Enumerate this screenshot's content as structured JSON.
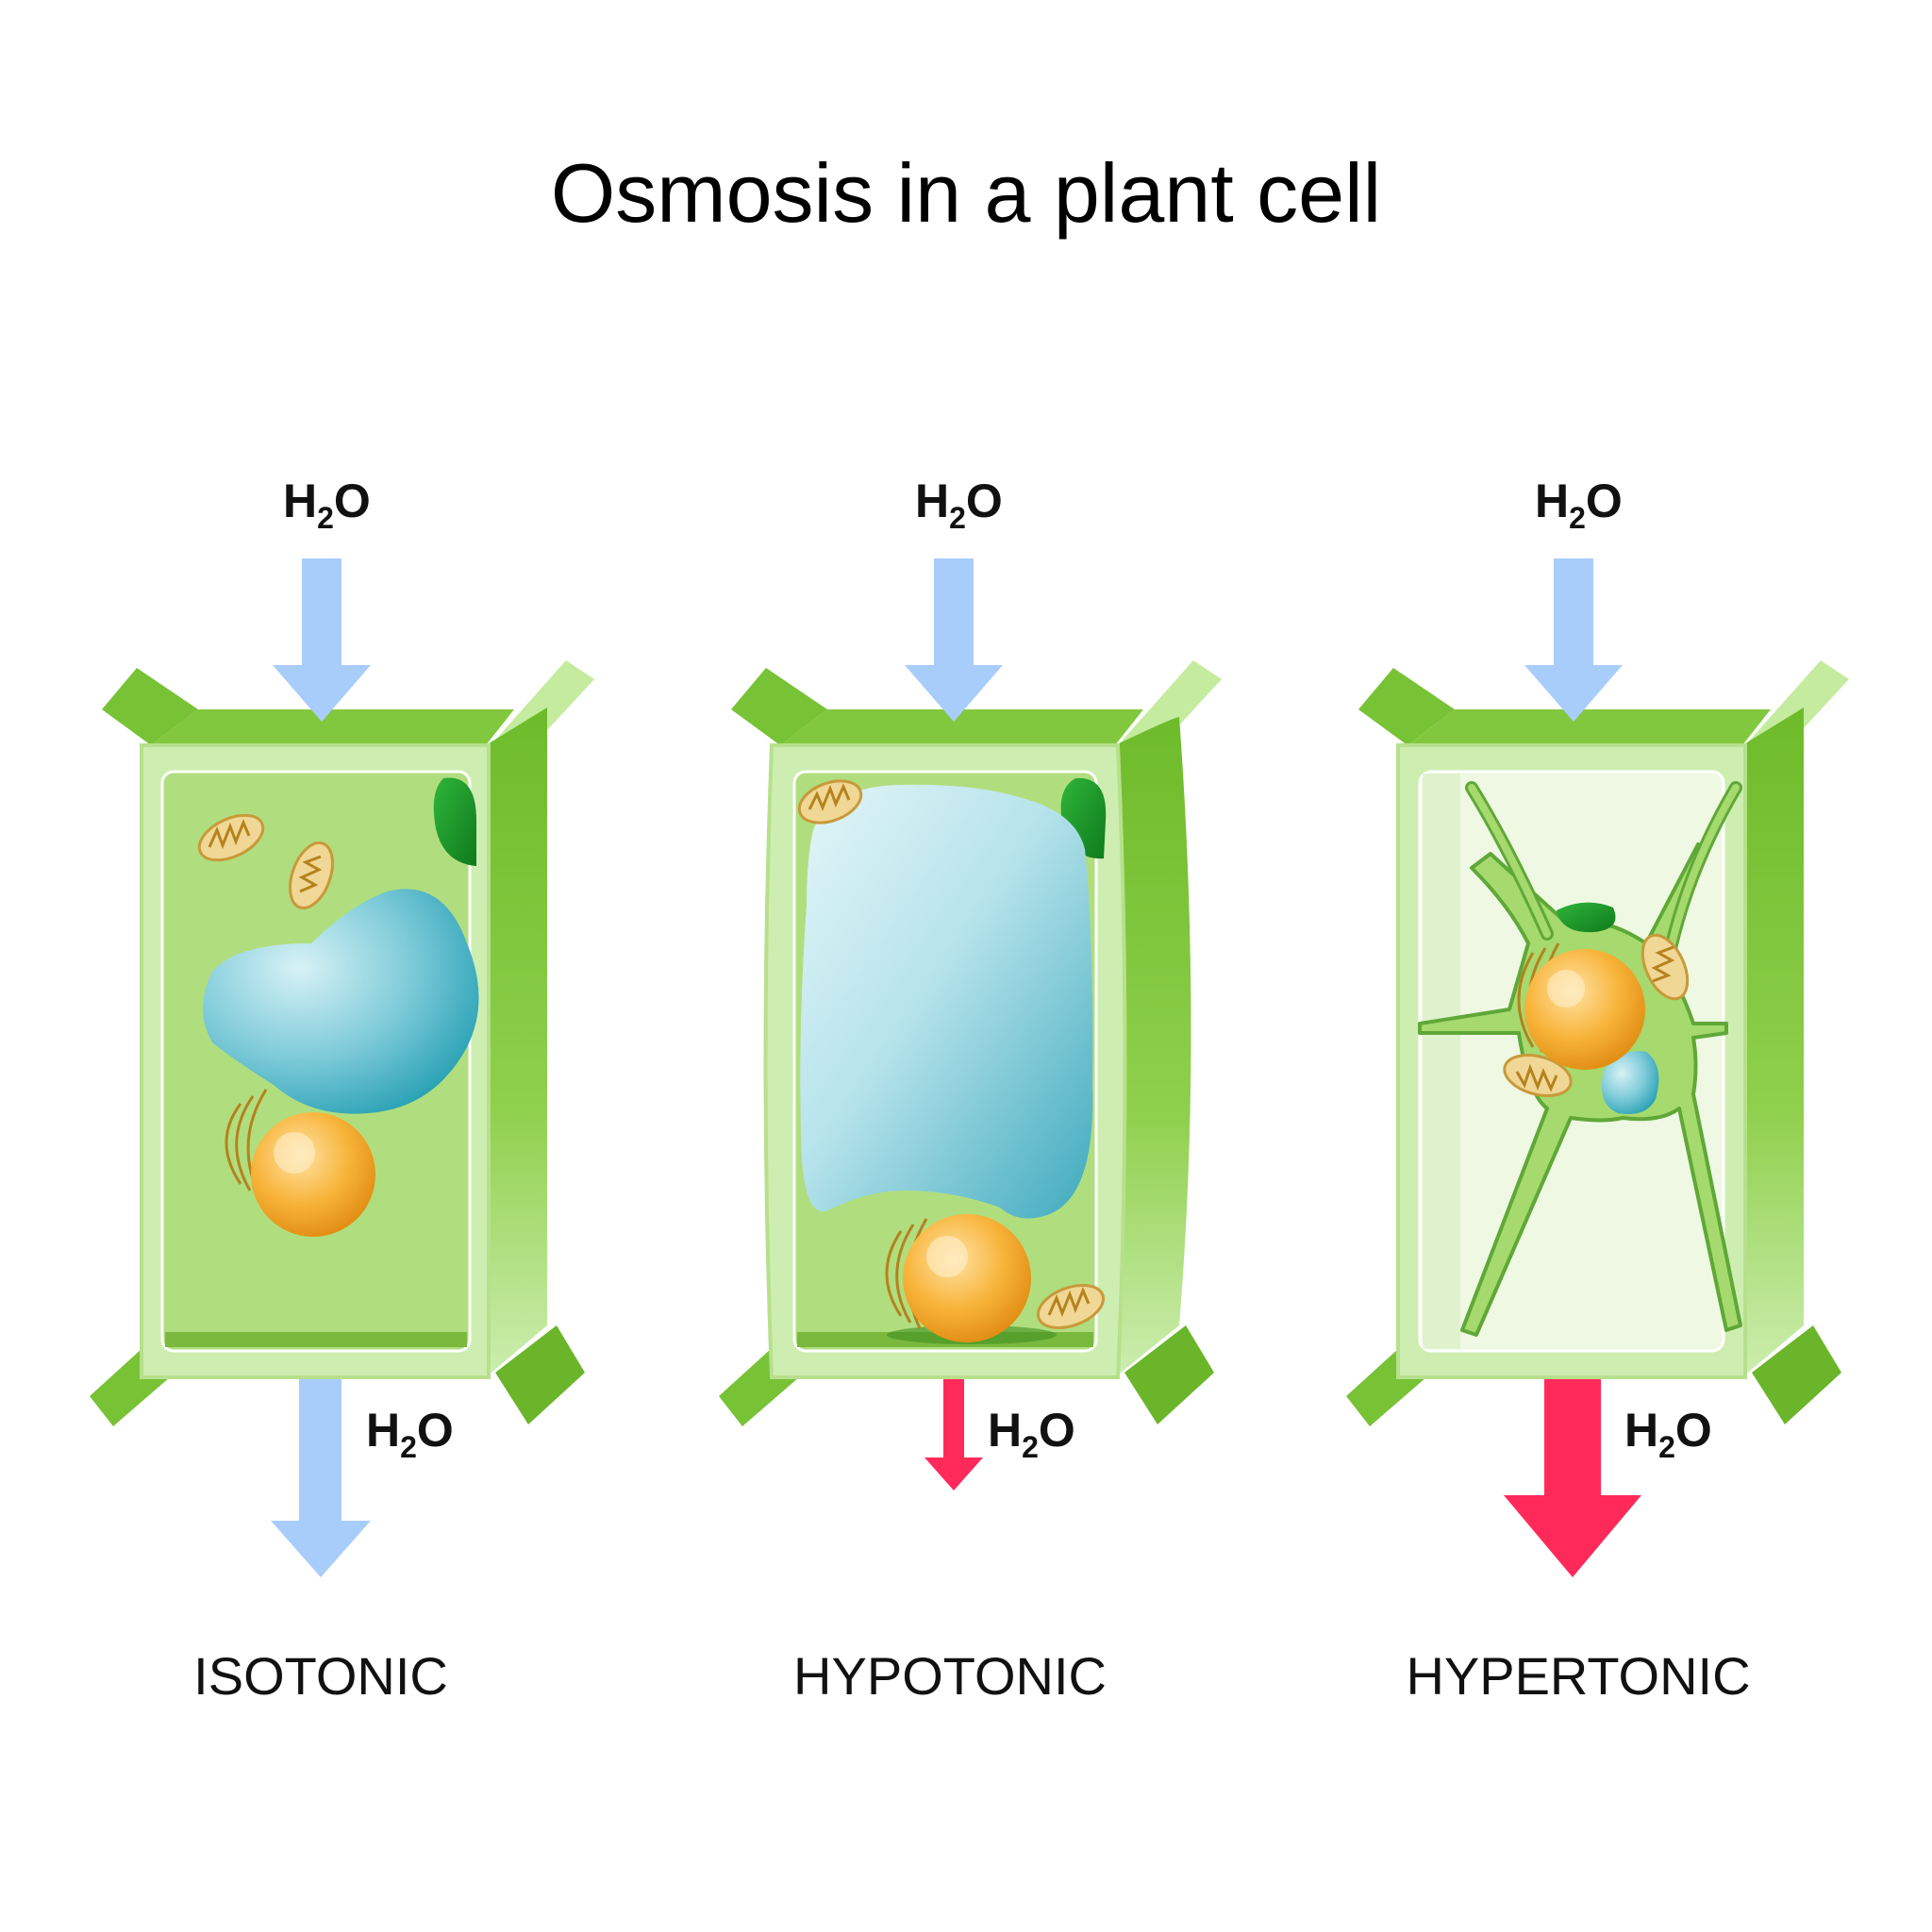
{
  "title": "Osmosis in a plant cell",
  "colors": {
    "wall_light": "#cfefa8",
    "wall_mid": "#8fcf4a",
    "wall_dark": "#6bb52a",
    "cytoplasm": "#b0de7e",
    "vacuole": "#4fb4c8",
    "nucleus": "#f7a51f",
    "chloroplast": "#1f9a2a",
    "arrow_in": "#a9cdfb",
    "arrow_out_strong": "#ff2a5a",
    "mitochondrion": "#f1d795"
  },
  "cells": [
    {
      "condition": "ISOTONIC",
      "water_in": {
        "base": "H",
        "sub": "2",
        "tail": "O"
      },
      "water_out": {
        "base": "H",
        "sub": "2",
        "tail": "O"
      },
      "outflow_arrow_size": "medium"
    },
    {
      "condition": "HYPOTONIC",
      "water_in": {
        "base": "H",
        "sub": "2",
        "tail": "O"
      },
      "water_out": {
        "base": "H",
        "sub": "2",
        "tail": "O"
      },
      "outflow_arrow_size": "small"
    },
    {
      "condition": "HYPERTONIC",
      "water_in": {
        "base": "H",
        "sub": "2",
        "tail": "O"
      },
      "water_out": {
        "base": "H",
        "sub": "2",
        "tail": "O"
      },
      "outflow_arrow_size": "large"
    }
  ]
}
